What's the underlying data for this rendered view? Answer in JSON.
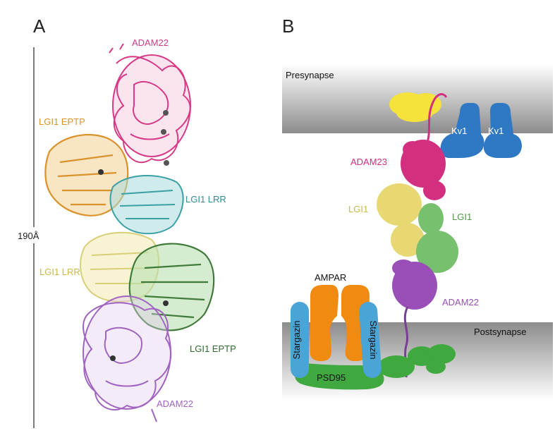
{
  "panel_a": {
    "letter": "A",
    "scale_label": "190Å",
    "labels": {
      "adam22_top": "ADAM22",
      "lgi1_eptp_left": "LGI1 EPTP",
      "lgi1_lrr_right": "LGI1 LRR",
      "lgi1_lrr_left": "LGI1 LRR",
      "lgi1_eptp_right": "LGI1 EPTP",
      "adam22_bottom": "ADAM22"
    }
  },
  "panel_b": {
    "letter": "B",
    "presynapse": "Presynapse",
    "postsynapse": "Postsynapse",
    "kv1_left": "Kv1",
    "kv1_right": "Kv1",
    "adam23": "ADAM23",
    "lgi1_left": "LGI1",
    "lgi1_right": "LGI1",
    "adam22": "ADAM22",
    "ampar": "AMPAR",
    "stargazin_left": "Stargazin",
    "stargazin_right": "Stargazin",
    "psd95": "PSD95"
  },
  "colors": {
    "adam22_a": "#d63a86",
    "lgi1_eptp_a": "#d9922c",
    "lgi1_lrr_a": "#3aa0a6",
    "lgi1_lrr_b": "#e6df8e",
    "lgi1_eptp_b": "#2f6b2f",
    "adam22_b": "#a064c0",
    "adam23": "#d32f80",
    "lgi1_yellow": "#e8d873",
    "lgi1_green": "#77c06d",
    "adam22_purple": "#9a4fb8",
    "kv1": "#2f78c4",
    "ampar": "#f08a10",
    "stargazin": "#4aa5d6",
    "psd95": "#3fa83f",
    "yellow_protein": "#f5e23a"
  }
}
